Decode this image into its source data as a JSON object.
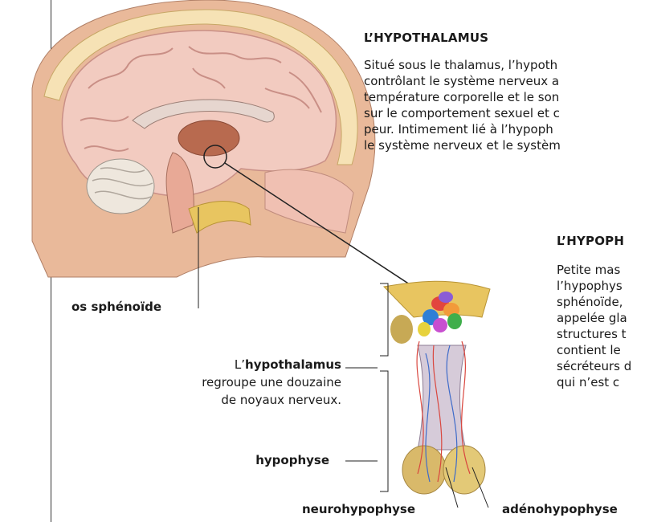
{
  "sections": {
    "hypothalamus": {
      "heading": "L’HYPOTHALAMUS",
      "lines": [
        "Situé sous le thalamus, l’hypoth",
        "contrôlant le système nerveux a",
        "température corporelle et le son",
        "sur le comportement sexuel et c",
        "peur. Intimement lié à l’hypoph",
        "le système nerveux et le systèm"
      ]
    },
    "hypophyse": {
      "heading": "L’HYPOPH",
      "lines": [
        "Petite mas",
        "l’hypophys",
        "sphénoïde,",
        "appelée gla",
        "structures t",
        "contient le",
        "sécréteurs d",
        "qui n’est c"
      ]
    }
  },
  "labels": {
    "os_sphenoide": "os sphénoïde",
    "hypothalamus_prefix": "L’",
    "hypothalamus_bold": "hypothalamus",
    "hypothalamus_line2": "regroupe une douzaine",
    "hypothalamus_line3": "de noyaux nerveux.",
    "hypophyse": "hypophyse",
    "neurohypophyse": "neurohypophyse",
    "adenohypophyse": "adénohypophyse"
  },
  "colors": {
    "skin": "#e9b99a",
    "brain": "#f2cbc0",
    "brain_fold": "#c98f86",
    "bone": "#e8c560",
    "text": "#1a1a1a"
  }
}
